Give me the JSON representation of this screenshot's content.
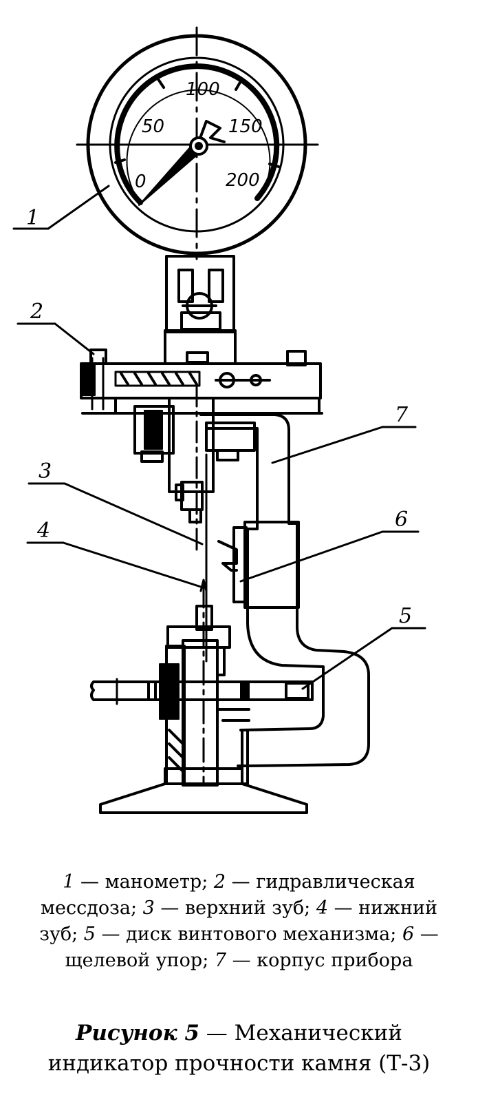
{
  "diagram": {
    "dial_ticks": [
      "0",
      "50",
      "100",
      "150",
      "200"
    ],
    "callouts": [
      "1",
      "2",
      "3",
      "4",
      "5",
      "6",
      "7"
    ]
  },
  "legend": {
    "items": [
      {
        "num": "1",
        "text": "манометр"
      },
      {
        "num": "2",
        "text": "гидравлическая мессдоза"
      },
      {
        "num": "3",
        "text": "верхний зуб"
      },
      {
        "num": "4",
        "text": "нижний зуб"
      },
      {
        "num": "5",
        "text": "диск винтового механизма"
      },
      {
        "num": "6",
        "text": "щелевой упор"
      },
      {
        "num": "7",
        "text": "корпус прибора"
      }
    ],
    "dash": " — ",
    "separator": "; "
  },
  "caption": {
    "label": "Рисунок 5",
    "dash": " — ",
    "line1": "Механический",
    "line2": "индикатор прочности камня (Т-3)"
  }
}
